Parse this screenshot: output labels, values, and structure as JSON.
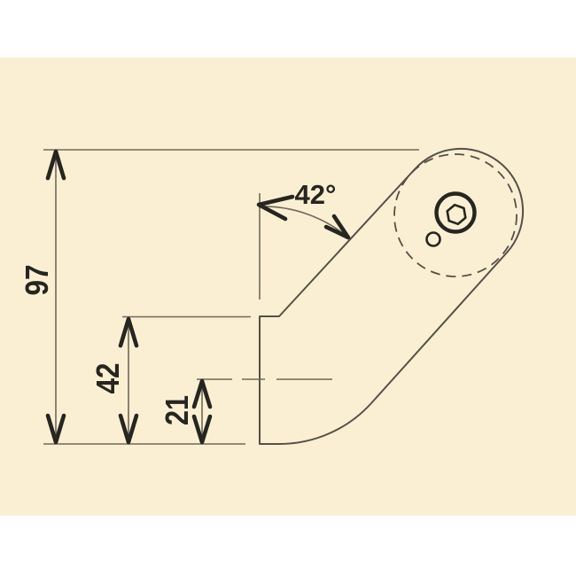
{
  "drawing": {
    "type": "technical-dimension-drawing",
    "labels": {
      "dim_total_height": "97",
      "dim_mid_height": "42",
      "dim_center_height": "21",
      "angle": "42°"
    }
  },
  "colors": {
    "page_bg": "#ffffff",
    "canvas_bg": "#fbefd3",
    "line_main": "#555047",
    "line_thin": "#6f685b",
    "ink": "#272520"
  }
}
